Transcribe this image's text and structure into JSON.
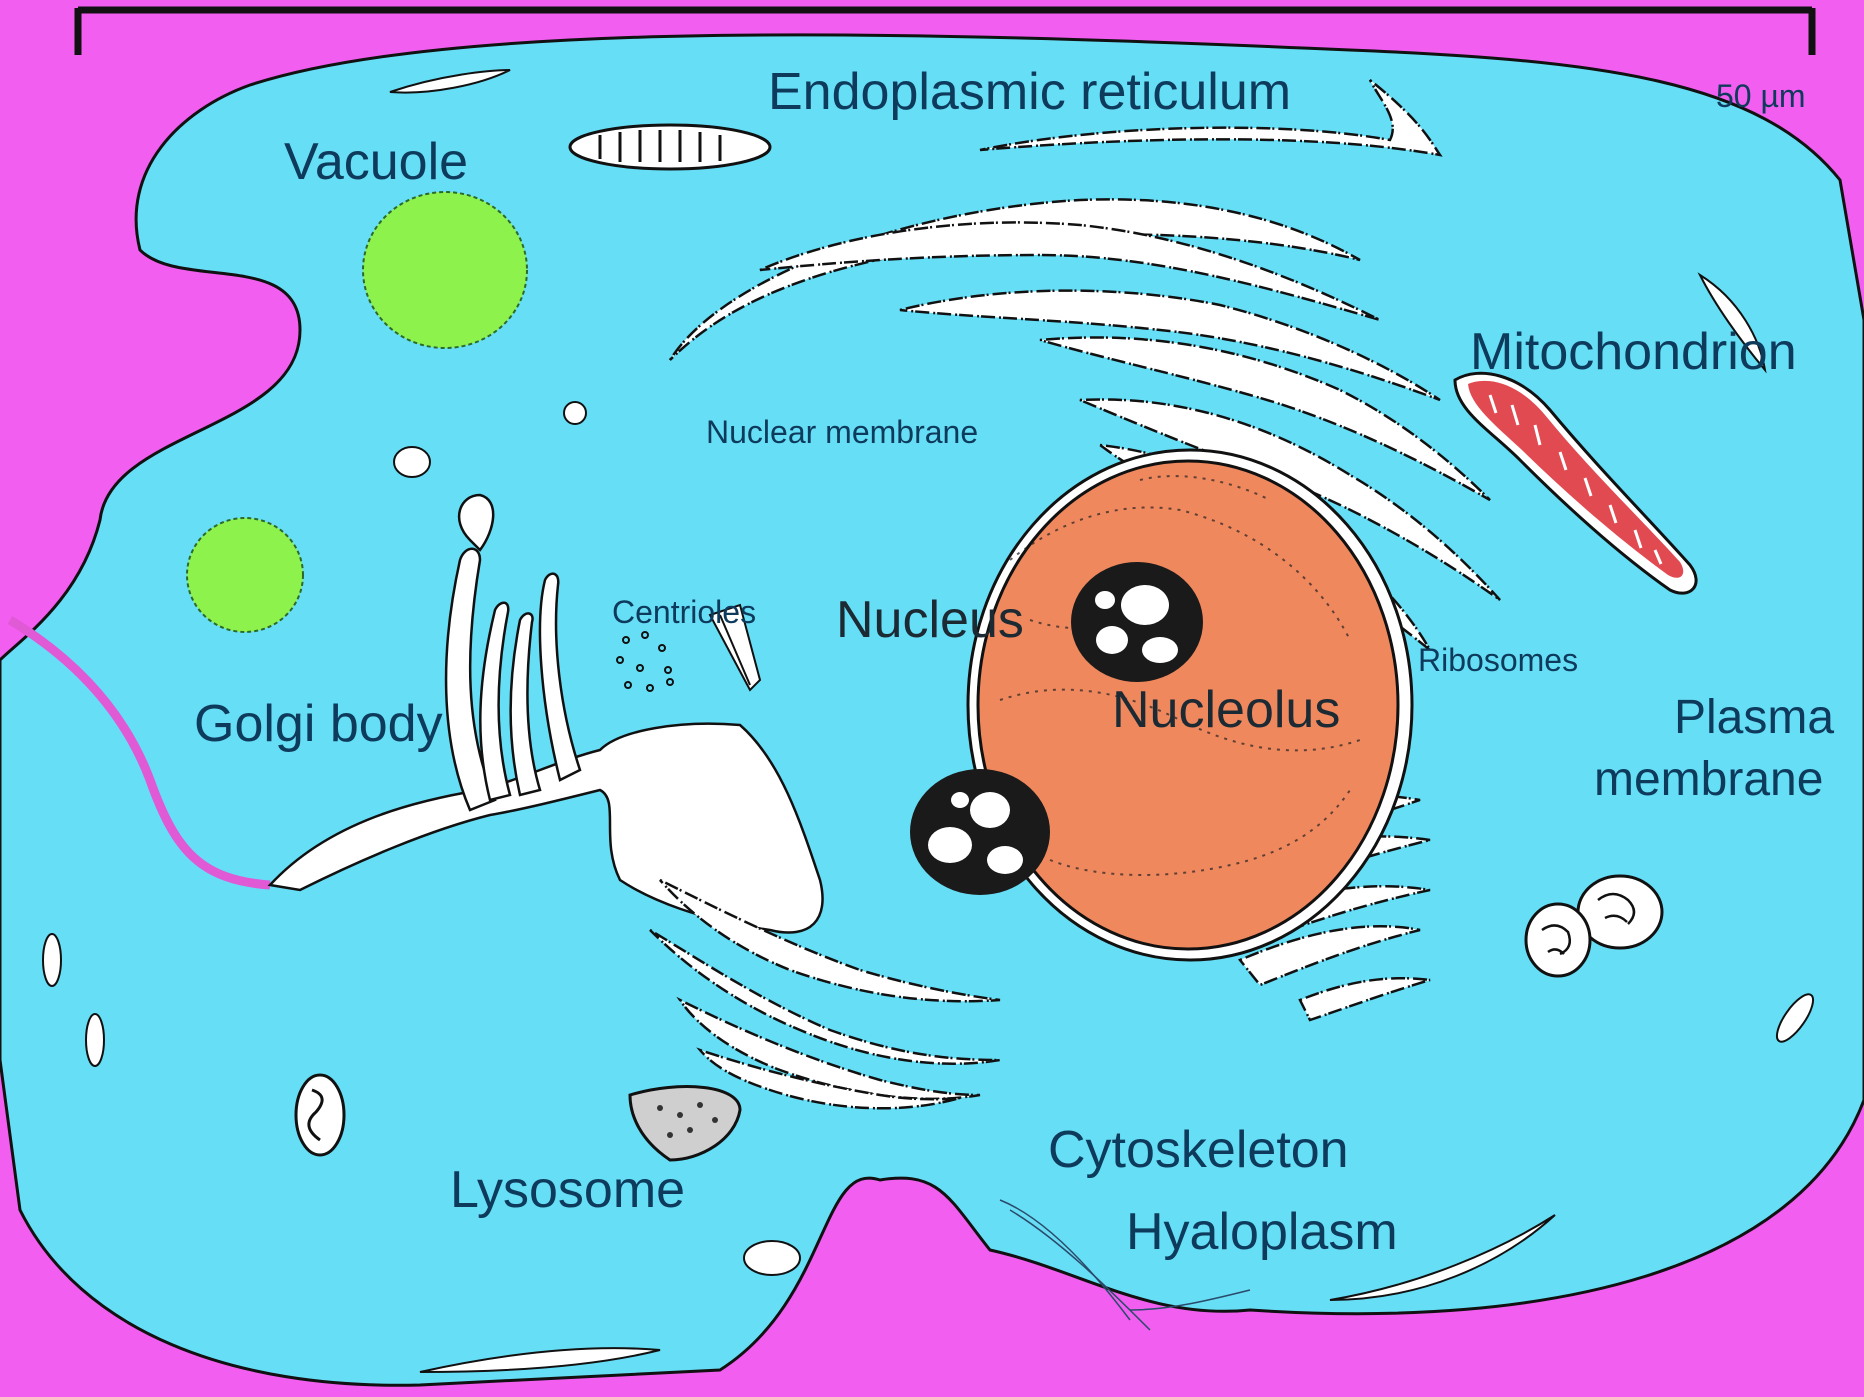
{
  "diagram": {
    "colors": {
      "background": "#f25ef0",
      "cytoplasm": "#66def6",
      "nucleus": "#f0885e",
      "vacuole": "#8ef24c",
      "mitochondrion": "#e24a52",
      "organelle": "#ffffff",
      "outline": "#111111"
    },
    "scale_bar": {
      "label": "50 µm"
    },
    "labels": {
      "endoplasmic_reticulum": "Endoplasmic reticulum",
      "vacuole": "Vacuole",
      "mitochondrion": "Mitochondrion",
      "nuclear_membrane": "Nuclear membrane",
      "centrioles": "Centrioles",
      "nucleus": "Nucleus",
      "nucleolus": "Nucleolus",
      "ribosomes": "Ribosomes",
      "golgi_body": "Golgi body",
      "plasma_membrane_line1": "Plasma",
      "plasma_membrane_line2": "membrane",
      "cytoskeleton": "Cytoskeleton",
      "lysosome": "Lysosome",
      "hyaloplasm": "Hyaloplasm"
    }
  }
}
